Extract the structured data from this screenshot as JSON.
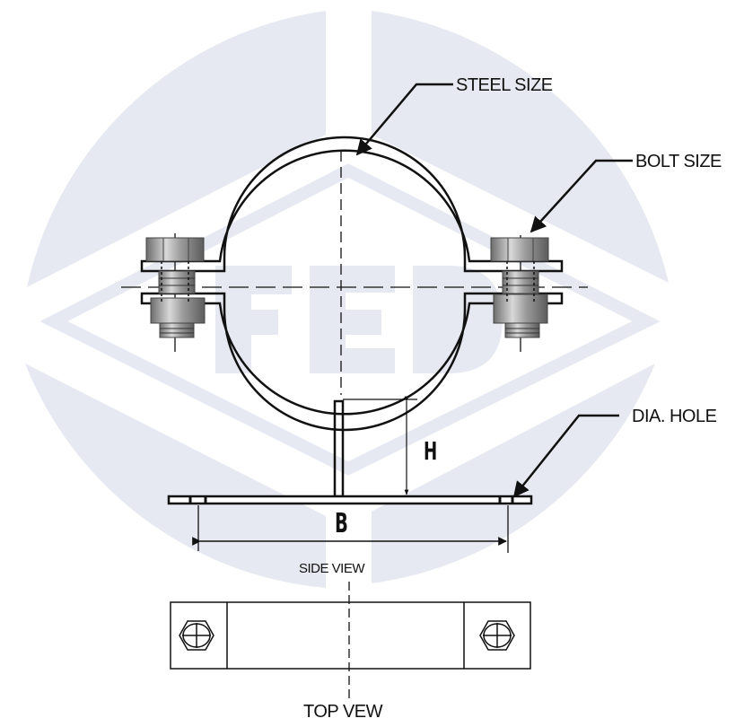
{
  "diagram": {
    "type": "engineering-drawing",
    "subject": "Pipe clamp with base plate",
    "watermark": {
      "text": "FED",
      "color": "#e6e9f1"
    },
    "colors": {
      "line": "#111111",
      "bolt_fill": "#9a9a9a",
      "background": "#ffffff"
    },
    "callouts": {
      "steel_size": "STEEL  SIZE",
      "bolt_size": "BOLT  SIZE",
      "dia_hole": "DIA. HOLE"
    },
    "dimensions": {
      "height": "H",
      "base": "B"
    },
    "views": {
      "side": "SIDE VIEW",
      "top": "TOP  VEW"
    }
  }
}
